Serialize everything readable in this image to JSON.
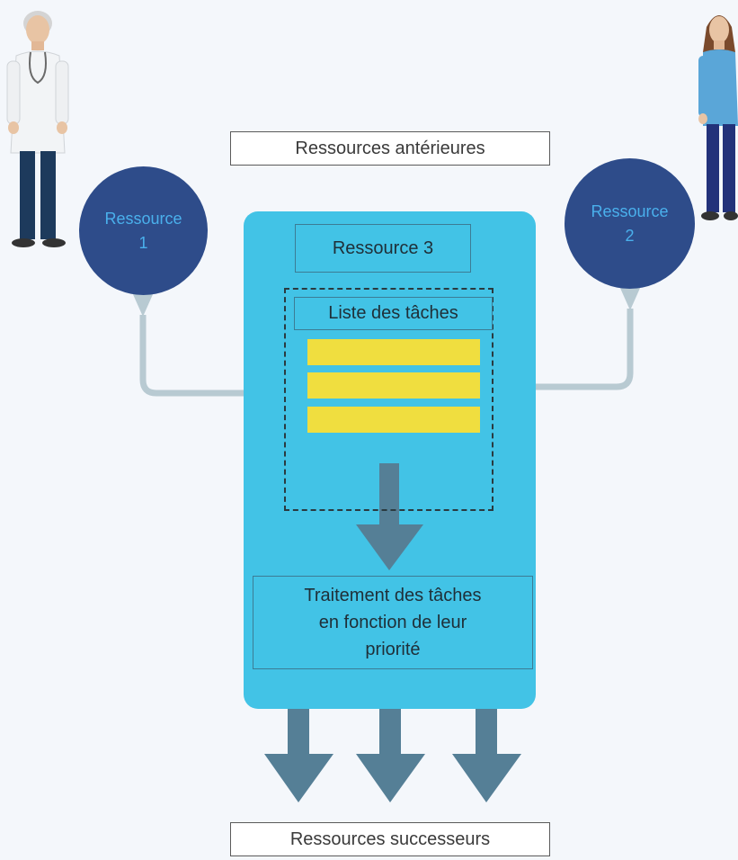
{
  "diagram": {
    "top_label": "Ressources antérieures",
    "bottom_label": "Ressources successeurs",
    "resource1": {
      "line1": "Ressource",
      "line2": "1"
    },
    "resource2": {
      "line1": "Ressource",
      "line2": "2"
    },
    "resource3": "Ressource 3",
    "task_list_title": "Liste des tâches",
    "processing": {
      "line1": "Traitement des tâches",
      "line2": "en fonction de leur",
      "line3": "priorité"
    }
  },
  "colors": {
    "background": "#f4f7fb",
    "panel": "#42c3e6",
    "resource_circle": "#2e4c8a",
    "resource_text": "#4ab0ec",
    "task_bar": "#f0de3f",
    "arrow_dark": "#557f96",
    "connector_light": "#b8cad2"
  },
  "icons": [
    "doctor-figure",
    "nurse-figure"
  ]
}
